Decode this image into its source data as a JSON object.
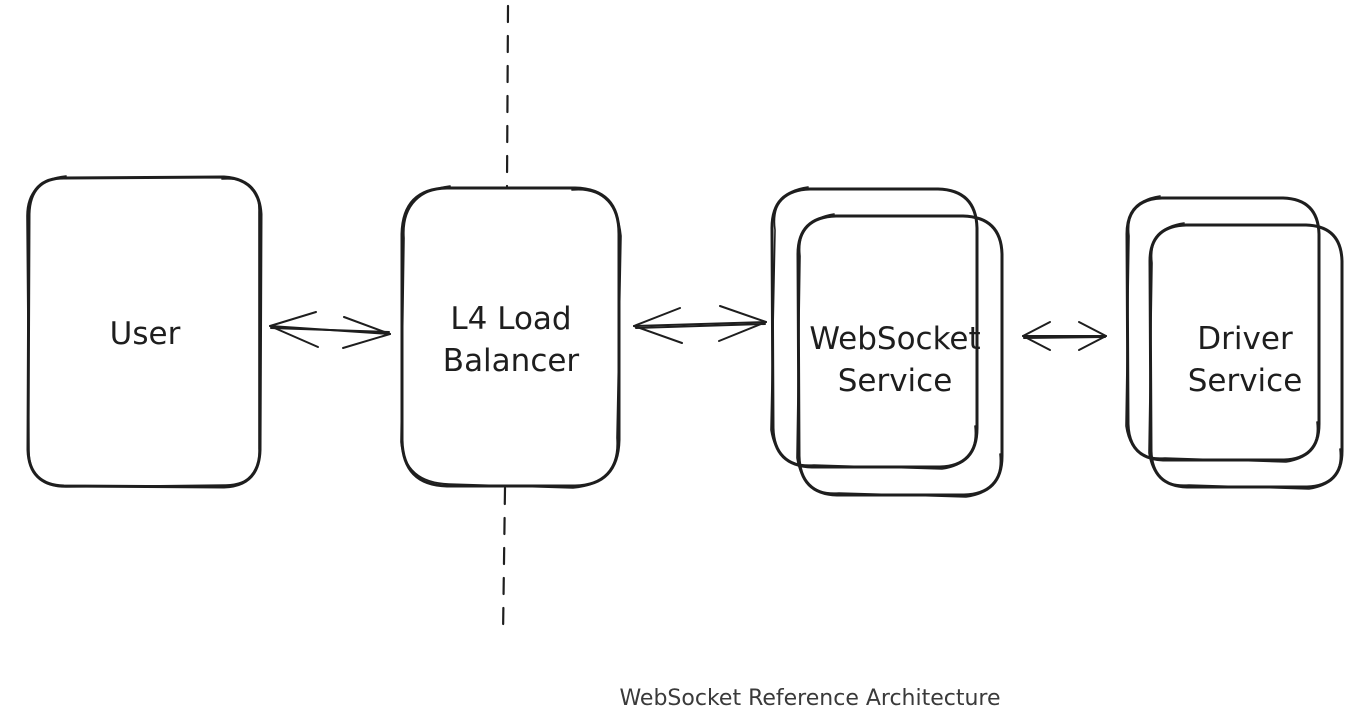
{
  "diagram": {
    "nodes": {
      "user": {
        "lines": [
          "User"
        ]
      },
      "load_balancer": {
        "lines": [
          "L4 Load",
          "Balancer"
        ]
      },
      "websocket_service": {
        "lines": [
          "WebSocket",
          "Service"
        ],
        "stacked": true
      },
      "driver_service": {
        "lines": [
          "Driver",
          "Service"
        ],
        "stacked": true
      }
    },
    "edges": [
      {
        "from": "user",
        "to": "load_balancer",
        "direction": "bidirectional"
      },
      {
        "from": "load_balancer",
        "to": "websocket_service",
        "direction": "bidirectional"
      },
      {
        "from": "websocket_service",
        "to": "driver_service",
        "direction": "bidirectional"
      }
    ],
    "boundary": {
      "style": "dashed",
      "through": "load_balancer"
    },
    "caption": "WebSocket Reference Architecture",
    "colors": {
      "stroke": "#1e1e1e",
      "background": "#ffffff",
      "caption": "#3a3a3a"
    }
  }
}
